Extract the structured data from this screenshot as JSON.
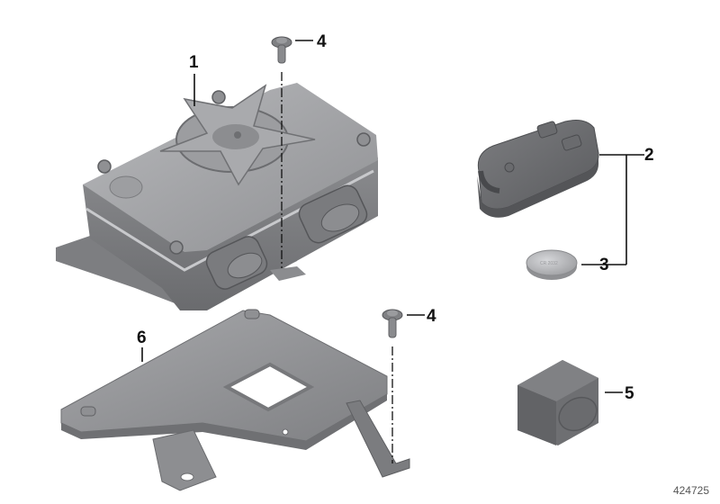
{
  "diagram": {
    "figure_number": "424725",
    "callouts": [
      {
        "id": "1",
        "label": "1",
        "part": "alarm-siren-control-unit"
      },
      {
        "id": "2",
        "label": "2",
        "part": "remote-key-fob"
      },
      {
        "id": "3",
        "label": "3",
        "part": "coin-cell-battery"
      },
      {
        "id": "4a",
        "label": "4",
        "part": "screw-top"
      },
      {
        "id": "4b",
        "label": "4",
        "part": "screw-bracket"
      },
      {
        "id": "5",
        "label": "5",
        "part": "sensor-module"
      },
      {
        "id": "6",
        "label": "6",
        "part": "mounting-bracket"
      }
    ],
    "colors": {
      "part_dark": "#5f6063",
      "part_mid": "#8a8b8e",
      "part_light": "#b4b5b8",
      "line": "#111111"
    }
  }
}
